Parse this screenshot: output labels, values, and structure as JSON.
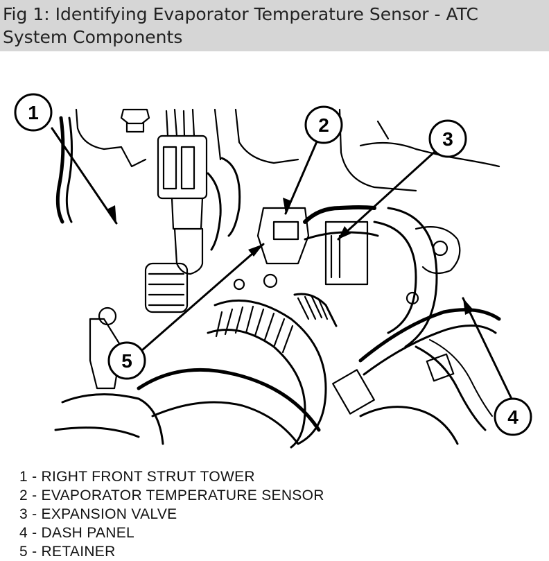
{
  "title": "Fig 1: Identifying Evaporator Temperature Sensor - ATC System Components",
  "title_lines": [
    "Fig 1: Identifying Evaporator Temperature Sensor - ATC",
    "System Components"
  ],
  "callouts": [
    {
      "number": "1",
      "label": "RIGHT FRONT STRUT TOWER"
    },
    {
      "number": "2",
      "label": "EVAPORATOR TEMPERATURE SENSOR"
    },
    {
      "number": "3",
      "label": "EXPANSION VALVE"
    },
    {
      "number": "4",
      "label": "DASH PANEL"
    },
    {
      "number": "5",
      "label": "RETAINER"
    }
  ],
  "legend_lines": [
    "1 - RIGHT FRONT STRUT TOWER",
    "2 - EVAPORATOR TEMPERATURE SENSOR",
    "3 - EXPANSION VALVE",
    "4 - DASH PANEL",
    "5 - RETAINER"
  ],
  "colors": {
    "title_background": "#d6d6d6",
    "line_art": "#000000"
  }
}
